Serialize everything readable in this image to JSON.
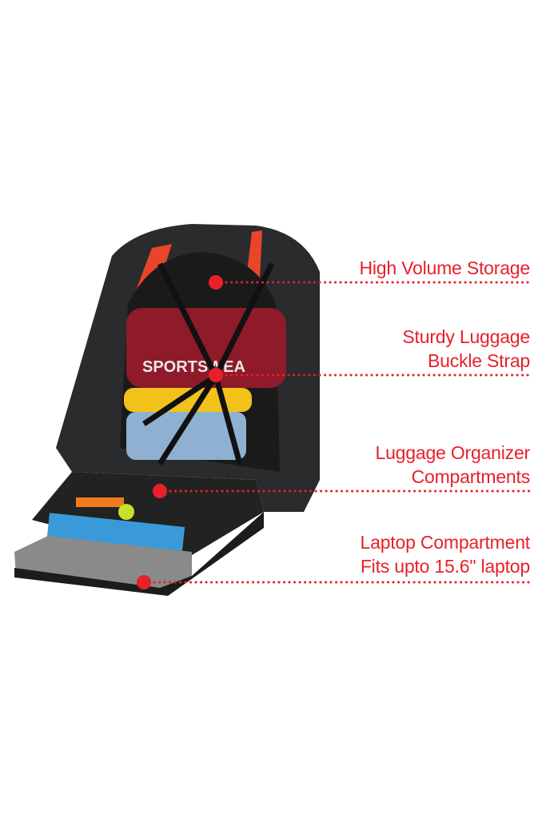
{
  "colors": {
    "accent": "#e8202a",
    "bag": "#2a2b2d",
    "trim": "#e8452a"
  },
  "callouts": [
    {
      "lines": [
        "High Volume Storage"
      ]
    },
    {
      "lines": [
        "Sturdy Luggage",
        "Buckle Strap"
      ]
    },
    {
      "lines": [
        "Luggage Organizer",
        "Compartments"
      ]
    },
    {
      "lines": [
        "Laptop Compartment",
        "Fits upto 15.6\" laptop"
      ]
    }
  ]
}
